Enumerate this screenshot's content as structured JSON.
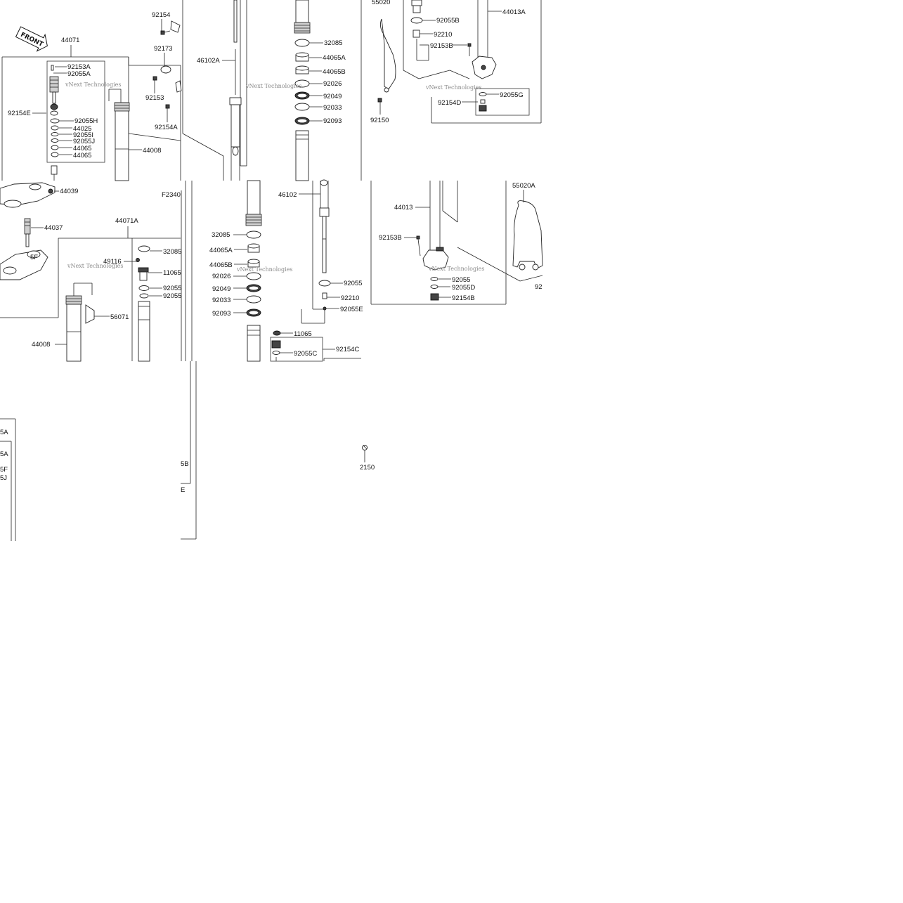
{
  "front_label": "FRONT",
  "watermark": "vNext Technologies",
  "part_labels": {
    "p44071": "44071",
    "p92154": "92154",
    "p92173": "92173",
    "p92153": "92153",
    "p92154A": "92154A",
    "p92153A": "92153A",
    "p92055A": "92055A",
    "p92154E": "92154E",
    "p92055H": "92055H",
    "p44025": "44025",
    "p92055I": "92055I",
    "p92055J": "92055J",
    "p44065_1": "44065",
    "p44065_2": "44065",
    "p44008": "44008",
    "p46102A": "46102A",
    "p32085": "32085",
    "p44065A": "44065A",
    "p44065B": "44065B",
    "p92026": "92026",
    "p92049": "92049",
    "p92033": "92033",
    "p92093": "92093",
    "p55020": "55020",
    "p92055B": "92055B",
    "p92210": "92210",
    "p92153B": "92153B",
    "p44013A": "44013A",
    "p92055G": "92055G",
    "p92154D": "92154D",
    "p92150": "92150",
    "p44039": "44039",
    "p44037": "44037",
    "p44071A": "44071A",
    "pF2340": "F2340",
    "p32085_b": "32085",
    "p49116": "49116",
    "p11065_b": "11065",
    "p92055_b1": "92055",
    "p92055_b2": "92055",
    "p56071": "56071",
    "p44008_b": "44008",
    "p5F": "5F",
    "p46102": "46102",
    "p32085_c": "32085",
    "p44065A_c": "44065A",
    "p44065B_c": "44065B",
    "p92026_c": "92026",
    "p92049_c": "92049",
    "p92033_c": "92033",
    "p92093_c": "92093",
    "p92055_c": "92055",
    "p92210_c": "92210",
    "p92055E_c": "92055E",
    "p11065_c": "11065",
    "p92055C": "92055C",
    "p92154C": "92154C",
    "p44013": "44013",
    "p92153B_d": "92153B",
    "p55020A": "55020A",
    "p92055_d": "92055",
    "p92055D": "92055D",
    "p92154B": "92154B",
    "p92_d": "92",
    "p5A_1": "5A",
    "p5A_2": "5A",
    "p5F_e": "5F",
    "p5J": "5J",
    "p5B": "5B",
    "pE": "E",
    "p2150": "2150"
  }
}
